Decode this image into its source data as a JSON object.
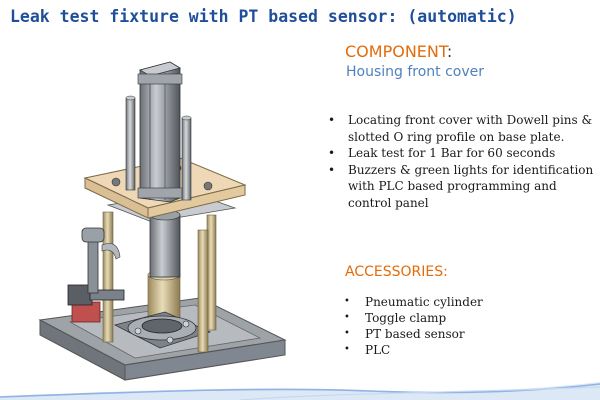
{
  "slide": {
    "title": "Leak test fixture with PT based sensor: (automatic)",
    "component": {
      "heading": "COMPONENT",
      "colon": ":",
      "name": "Housing front cover"
    },
    "features": [
      "Locating front cover with Dowell pins & slotted O ring profile on base plate.",
      "Leak test for 1 Bar for 60 seconds",
      "Buzzers & green lights for identification with PLC based programming and control panel"
    ],
    "feature_bullet": "•",
    "accessories": {
      "heading": "ACCESSORIES:",
      "bullet": "•",
      "items": [
        "Pneumatic cylinder",
        "Toggle clamp",
        "PT based sensor",
        "PLC"
      ]
    }
  },
  "colors": {
    "title": "#1f4e9a",
    "heading_orange": "#e36c0a",
    "component_name": "#4f81bd",
    "top_plate": "#eed8b6",
    "frame_gray": "#9ea3a8",
    "accent_wave": "#8fb4e3"
  }
}
